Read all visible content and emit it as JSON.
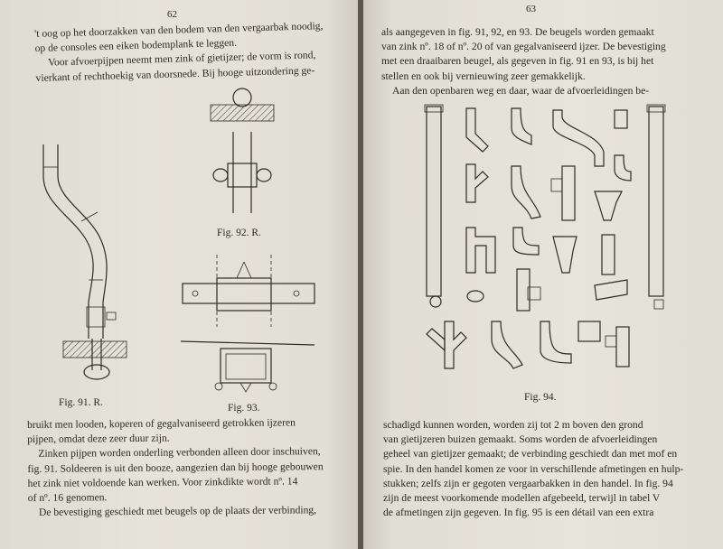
{
  "left_page": {
    "page_number": "62",
    "top_lines": [
      "'t oog op het doorzakken van den bodem van den vergaarbak noodig,",
      "op de consoles een eiken bodemplank te leggen.",
      "Voor afvoerpijpen neemt men zink of gietijzer; de vorm is rond,",
      "vierkant of rechthoekig van doorsnede. Bij hooge uitzondering ge-"
    ],
    "figures": {
      "fig91": "Fig. 91. R.",
      "fig92": "Fig. 92. R.",
      "fig93": "Fig. 93."
    },
    "bottom_lines": [
      "bruikt men looden, koperen of gegalvaniseerd getrokken ijzeren",
      "pijpen, omdat deze zeer duur zijn.",
      "Zinken pijpen worden onderling verbonden alleen door inschuiven,",
      "fig. 91. Soldeeren is uit den booze, aangezien dan bij hooge gebouwen",
      "het zink niet voldoende kan werken. Voor zinkdikte wordt nº. 14",
      "of nº. 16 genomen.",
      "De bevestiging geschiedt met beugels op de plaats der verbinding,"
    ]
  },
  "right_page": {
    "page_number": "63",
    "top_lines": [
      "als aangegeven in fig. 91, 92, en 93. De beugels worden gemaakt",
      "van zink nº. 18 of nº. 20 of van gegalvaniseerd ijzer. De bevestiging",
      "met een draaibaren beugel, als gegeven in fig. 91 en 93, is bij het",
      "stellen en ook bij vernieuwing zeer gemakkelijk.",
      "Aan den openbaren weg en daar, waar de afvoerleidingen be-"
    ],
    "figure_caption": "Fig. 94.",
    "bottom_lines": [
      "schadigd kunnen worden, worden zij tot 2 m boven den grond",
      "van gietijzeren buizen gemaakt. Soms worden de afvoerleidingen",
      "geheel van gietijzer gemaakt; de verbinding geschiedt dan met mof en",
      "spie. In den handel komen ze voor in verschillende afmetingen en hulp-",
      "stukken; zelfs zijn er gegoten vergaarbakken in den handel. In fig. 94",
      "zijn de meest voorkomende modellen afgebeeld, terwijl in tabel V",
      "de afmetingen zijn gegeven. In fig. 95 is een détail van een extra"
    ]
  }
}
